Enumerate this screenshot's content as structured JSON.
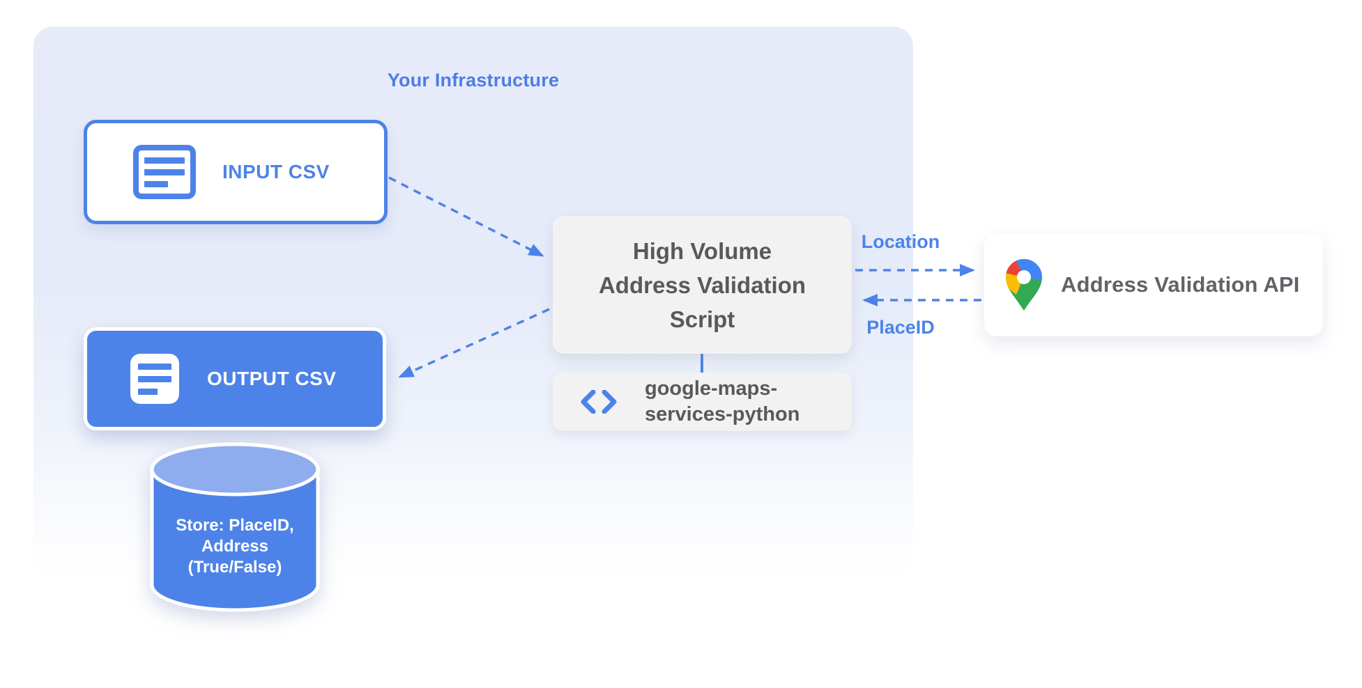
{
  "title": "Your Infrastructure",
  "nodes": {
    "input_csv": {
      "label": "INPUT CSV"
    },
    "output_csv": {
      "label": "OUTPUT CSV"
    },
    "datastore": {
      "lines": [
        "Store: PlaceID,",
        "Address",
        "(True/False)"
      ]
    },
    "script": {
      "lines": [
        "High Volume",
        "Address Validation",
        "Script"
      ]
    },
    "library": {
      "lines": [
        "google-maps-",
        "services-python"
      ]
    },
    "api": {
      "label": "Address Validation API"
    }
  },
  "edge_labels": {
    "request": "Location",
    "response": "PlaceID"
  },
  "icons": {
    "input_csv": "document-icon",
    "output_csv": "document-icon",
    "library": "code-icon",
    "api": "google-maps-pin-icon"
  },
  "colors": {
    "accent_blue": "#4d83e8",
    "title_blue": "#4c7de4",
    "container_top": "#e7ebf9",
    "container_bottom": "#ffffff",
    "gray_box": "#f2f2f2",
    "box_text_gray": "#595959",
    "api_text_gray": "#5f6368",
    "cylinder_body": "#4d83e8",
    "cylinder_top": "#8fadee",
    "pin_red": "#ea4335",
    "pin_blue": "#4285f4",
    "pin_yellow": "#fbbc04",
    "pin_green": "#34a853"
  }
}
